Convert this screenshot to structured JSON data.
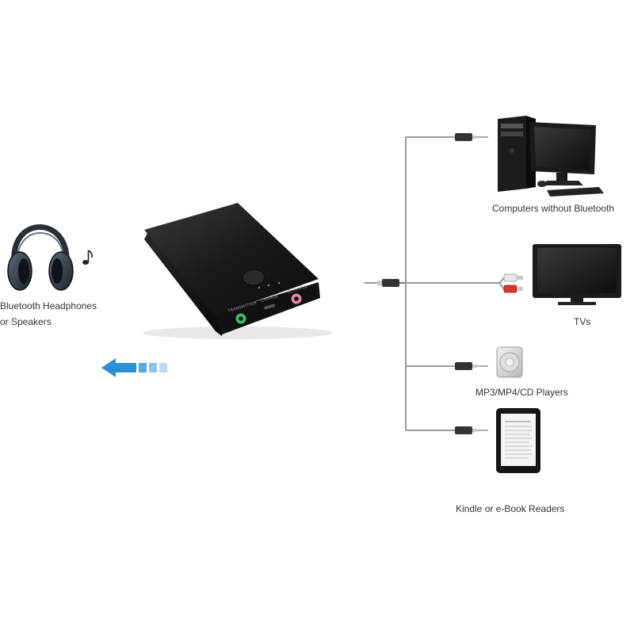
{
  "source": {
    "name": "Bluetooth Headphones\nor Speakers",
    "line1": "Bluetooth Headphones",
    "line2": "or Speakers"
  },
  "device": {
    "ports": {
      "transmitter": "TRANSMITTER",
      "charge": "CHARGE",
      "receiver": "RECEIVER"
    }
  },
  "targets": [
    {
      "label": "Computers without Bluetooth",
      "icon": "computer-icon"
    },
    {
      "label": "TVs",
      "icon": "tv-icon"
    },
    {
      "label": "MP3/MP4/CD Players",
      "icon": "mp3-player-icon"
    },
    {
      "label": "Kindle or e-Book Readers",
      "icon": "ebook-reader-icon"
    }
  ],
  "colors": {
    "arrow_blue": "#2b8fd6",
    "cable": "#9a9a9a",
    "device_body": "#1b1b1b",
    "transmitter_port": "#3fbf6a",
    "receiver_port": "#e38aa6",
    "text": "#333333"
  }
}
